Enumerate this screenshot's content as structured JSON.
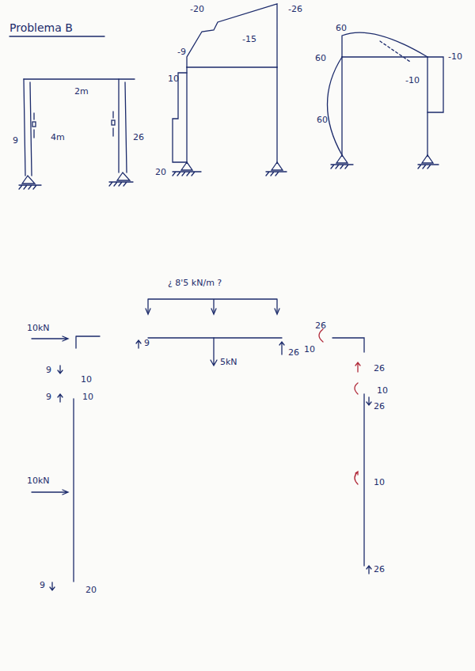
{
  "diagram": {
    "title": "Problema B",
    "labels": [
      "2m",
      "4m",
      "9",
      "26",
      "-20",
      "-26",
      "-15",
      "-9",
      "10",
      "20",
      "60",
      "60",
      "60",
      "-10",
      "-10",
      "¿ 8'5 kN/m ?",
      "10kN",
      "9",
      "9",
      "10",
      "9",
      "10",
      "5kN",
      "26",
      "10",
      "26",
      "26",
      "10",
      "26",
      "10kN",
      "10",
      "9",
      "20",
      "26"
    ]
  }
}
